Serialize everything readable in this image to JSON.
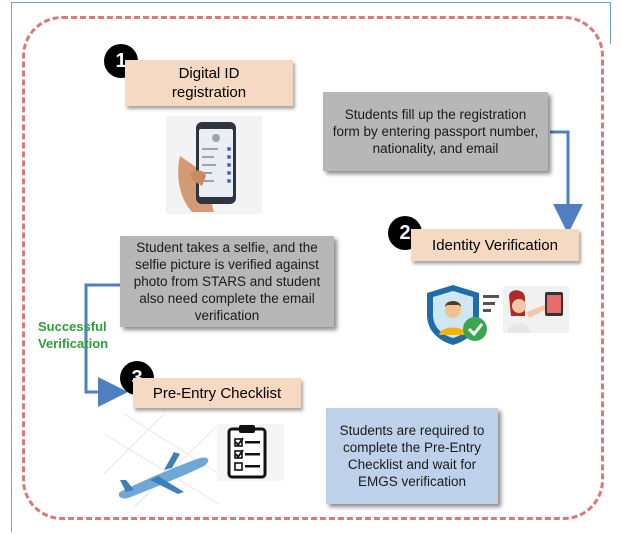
{
  "steps": [
    {
      "number": "1",
      "label": "Digital ID\nregistration"
    },
    {
      "number": "2",
      "label": "Identity Verification"
    },
    {
      "number": "3",
      "label": "Pre-Entry Checklist"
    }
  ],
  "notes": {
    "registration": "Students fill up the registration form by entering passport number, nationality, and email",
    "selfie": "Student takes a selfie, and the selfie picture is verified against photo from STARS and student also need complete the email verification",
    "checklist": "Students are required to complete the Pre-Entry Checklist and wait for EMGS verification"
  },
  "success_label": "Successful\nVerification",
  "colors": {
    "label_box": "#f5d9c2",
    "note_grey": "#b7b7b7",
    "note_blue": "#bdd2ea",
    "arrow": "#4f7fc0",
    "dashed_border": "#d9797a",
    "success_text": "#2e9e3c"
  },
  "icons": [
    "phone-in-hand-icon",
    "face-verification-shield-icon",
    "selfie-icon",
    "airplane-icon",
    "clipboard-checklist-icon"
  ]
}
